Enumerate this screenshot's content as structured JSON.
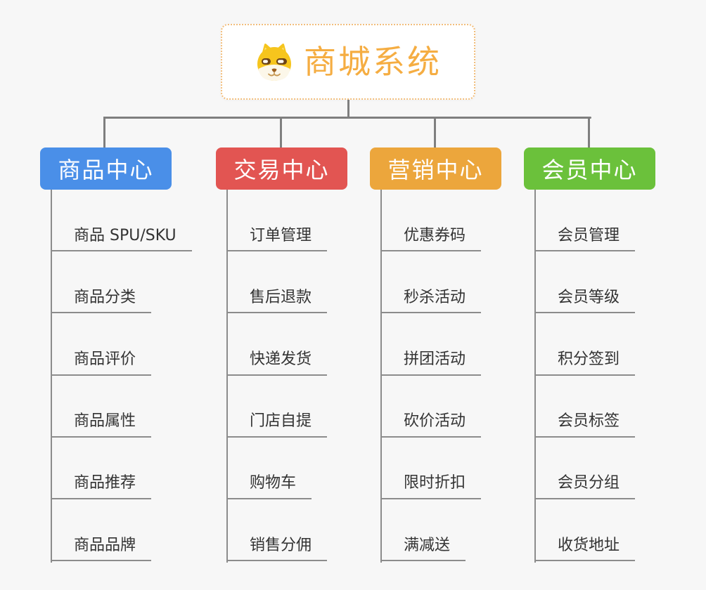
{
  "page": {
    "background_color": "#F7F7F7"
  },
  "root_node": {
    "title": "商城系统",
    "icon": "dog-face-icon",
    "text_color": "#F5AD42",
    "border_color": "#F2BE7C"
  },
  "connectors": {
    "tree_line_color": "#7F7F7F",
    "child_line_color": "#8C8C8C"
  },
  "branches": [
    {
      "label": "商品中心",
      "color": "#4A8FE8",
      "children": [
        "商品 SPU/SKU",
        "商品分类",
        "商品评价",
        "商品属性",
        "商品推荐",
        "商品品牌"
      ]
    },
    {
      "label": "交易中心",
      "color": "#E25552",
      "children": [
        "订单管理",
        "售后退款",
        "快递发货",
        "门店自提",
        "购物车",
        "销售分佣"
      ]
    },
    {
      "label": "营销中心",
      "color": "#ECA63C",
      "children": [
        "优惠券码",
        "秒杀活动",
        "拼团活动",
        "砍价活动",
        "限时折扣",
        "满减送"
      ]
    },
    {
      "label": "会员中心",
      "color": "#6BC13B",
      "children": [
        "会员管理",
        "会员等级",
        "积分签到",
        "会员标签",
        "会员分组",
        "收货地址"
      ]
    }
  ]
}
